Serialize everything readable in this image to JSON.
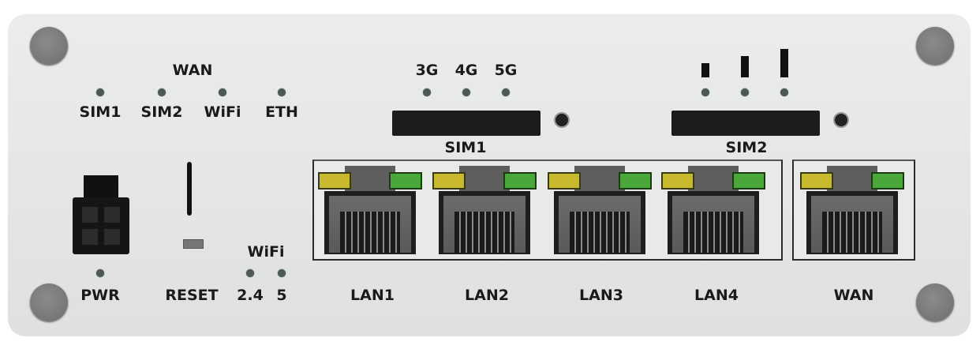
{
  "wan_group": {
    "title": "WAN",
    "leds": [
      "SIM1",
      "SIM2",
      "WiFi",
      "ETH"
    ]
  },
  "network_type": {
    "leds": [
      "3G",
      "4G",
      "5G"
    ]
  },
  "signal_strength": {
    "levels": 3
  },
  "sim_slots": [
    "SIM1",
    "SIM2"
  ],
  "power": {
    "label": "PWR"
  },
  "reset": {
    "label": "RESET"
  },
  "wifi_group": {
    "title": "WiFi",
    "leds": [
      "2.4",
      "5"
    ]
  },
  "ports": [
    "LAN1",
    "LAN2",
    "LAN3",
    "LAN4",
    "WAN"
  ],
  "colors": {
    "panel": "#e4e5e6",
    "screw": "#7b7c7d",
    "led_yellow": "#c8b82e",
    "led_green": "#4aa83a"
  }
}
